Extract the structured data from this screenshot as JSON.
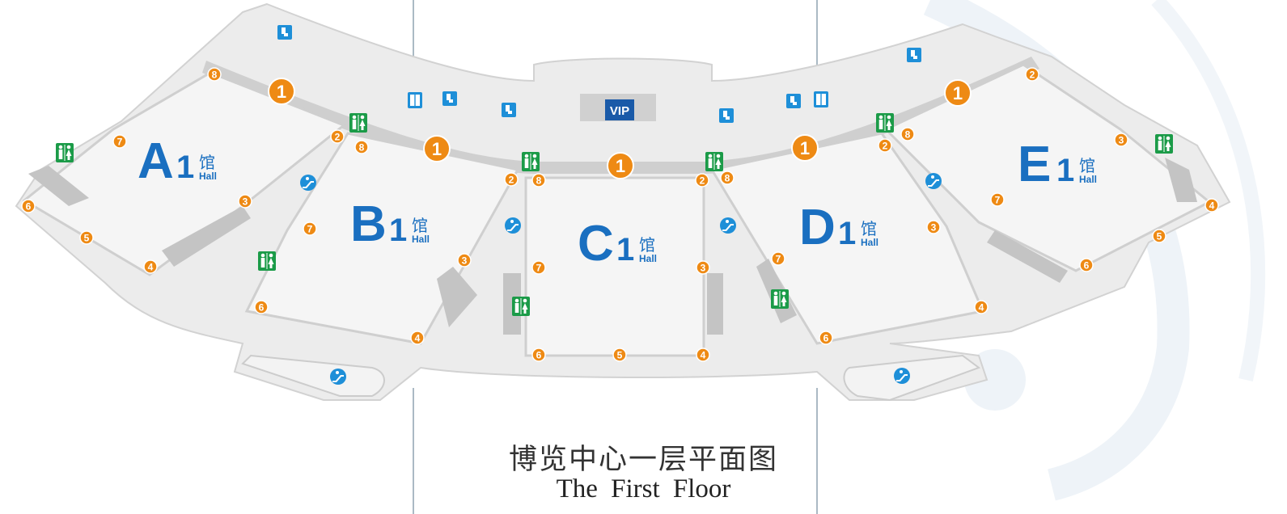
{
  "title": {
    "chinese": "博览中心一层平面图",
    "english": "The First Floor"
  },
  "vip_label": "VIP",
  "halls": [
    {
      "letter": "A",
      "number": "1",
      "cn": "馆",
      "en": "Hall"
    },
    {
      "letter": "B",
      "number": "1",
      "cn": "馆",
      "en": "Hall"
    },
    {
      "letter": "C",
      "number": "1",
      "cn": "馆",
      "en": "Hall"
    },
    {
      "letter": "D",
      "number": "1",
      "cn": "馆",
      "en": "Hall"
    },
    {
      "letter": "E",
      "number": "1",
      "cn": "馆",
      "en": "Hall"
    }
  ],
  "main_entrance_label": "1",
  "door_labels": [
    "2",
    "3",
    "4",
    "5",
    "6",
    "7",
    "8"
  ],
  "icons": [
    "restroom-icon",
    "escalator-icon",
    "elevator-icon",
    "phone-icon",
    "vip-room-icon"
  ],
  "colors": {
    "gate": "#ee8a14",
    "hall_text": "#1a6fc0",
    "restroom": "#1b9b48",
    "service_icon": "#1e8fd8",
    "vip": "#1a5aa8"
  }
}
